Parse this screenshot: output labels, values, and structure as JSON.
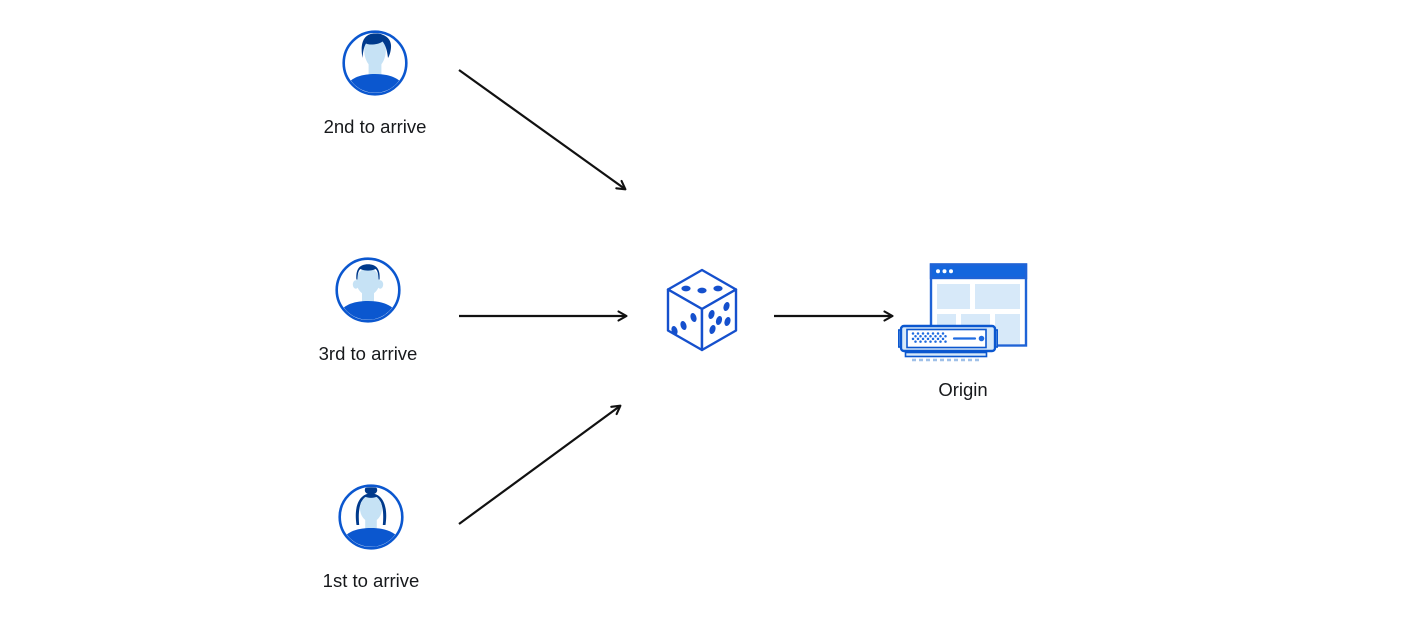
{
  "colors": {
    "primary_blue": "#0b57cf",
    "dark_navy_hair": "#003a8c",
    "face_light_blue": "#c6e2f5",
    "pale_blue_fill": "#d7e9f9",
    "dice_blue": "#1550cd",
    "titlebar_blue": "#1466dd",
    "arrow_black": "#111111",
    "label_text": "#17191c"
  },
  "nodes": {
    "visitor_second": {
      "label": "2nd to arrive",
      "icon": "person-avatar-male-icon"
    },
    "visitor_third": {
      "label": "3rd to arrive",
      "icon": "person-avatar-male-icon"
    },
    "visitor_first": {
      "label": "1st to arrive",
      "icon": "person-avatar-female-icon"
    },
    "randomizer": {
      "icon": "dice-icon"
    },
    "origin": {
      "label": "Origin",
      "icon": "origin-server-icon"
    }
  },
  "edges": [
    {
      "from": "visitor_second",
      "to": "randomizer"
    },
    {
      "from": "visitor_third",
      "to": "randomizer"
    },
    {
      "from": "visitor_first",
      "to": "randomizer"
    },
    {
      "from": "randomizer",
      "to": "origin"
    }
  ]
}
